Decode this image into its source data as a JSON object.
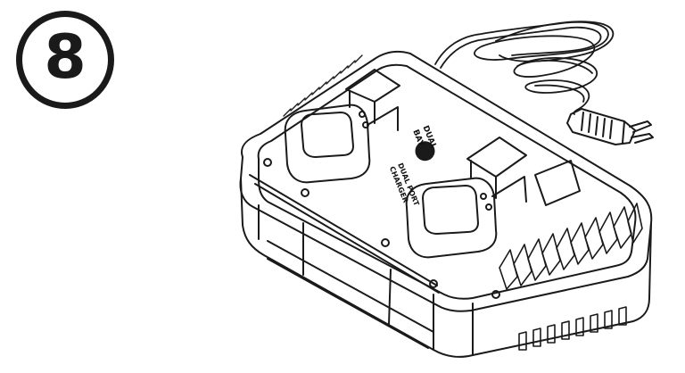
{
  "step": {
    "number": "8"
  },
  "device": {
    "logo_top": "DUAL",
    "logo_mid": "BAY",
    "label_line1": "DUAL PORT",
    "label_line2": "CHARGER"
  },
  "colors": {
    "ink": "#1a1a1a",
    "paper": "#ffffff"
  },
  "icons": [
    "charger-body-icon",
    "power-cord-icon",
    "plug-icon",
    "battery-slot-icon"
  ]
}
